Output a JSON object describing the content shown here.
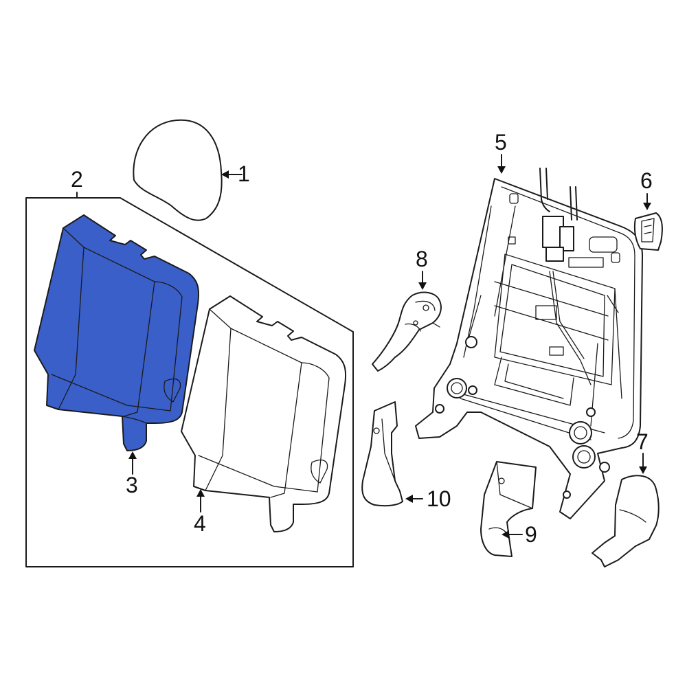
{
  "colors": {
    "highlight": "#3a5fc8",
    "line": "#1a1a1a",
    "background": "#ffffff"
  },
  "callouts": {
    "c1": "1",
    "c2": "2",
    "c3": "3",
    "c4": "4",
    "c5": "5",
    "c6": "6",
    "c7": "7",
    "c8": "8",
    "c9": "9",
    "c10": "10"
  }
}
